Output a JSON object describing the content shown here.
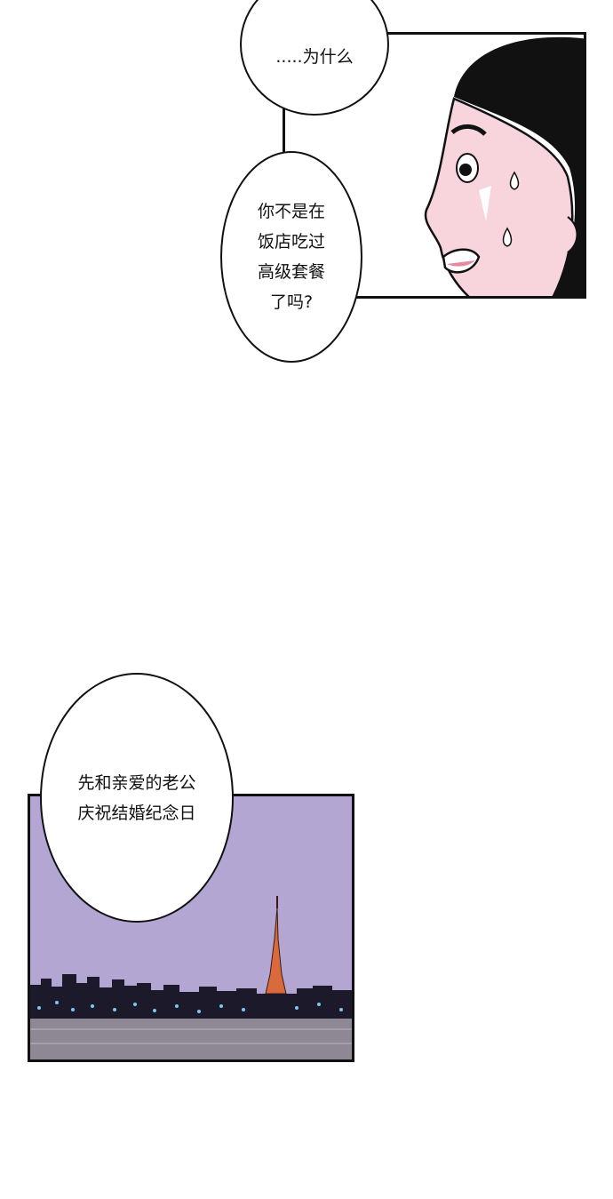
{
  "bubbles": {
    "why": ".....为什么",
    "hotel_dinner": "你不是在\n饭店吃过\n高级套餐\n了吗?",
    "anniversary": "先和亲爱的老公\n庆祝结婚纪念日"
  },
  "colors": {
    "night_sky": "#b3a6d3",
    "skin": "#f8d4dc",
    "water": "#8e8894",
    "tower": "#d86a3c"
  }
}
